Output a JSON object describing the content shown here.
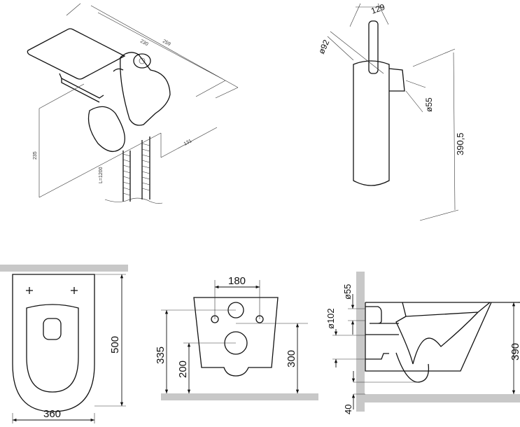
{
  "bidet_shower": {
    "dim_width_inner": "230",
    "dim_width_outer": "259",
    "dim_depth": "131",
    "dim_height": "235",
    "hose_length": "L=1200"
  },
  "brush_holder": {
    "dim_depth": "129",
    "dim_diameter": "ø92",
    "dim_mount_diameter": "ø55",
    "dim_height": "390,5"
  },
  "toilet_top_view": {
    "dim_length": "500",
    "dim_width": "360"
  },
  "toilet_rear_view": {
    "dim_hole_spacing": "180",
    "dim_height_335": "335",
    "dim_height_200": "200",
    "dim_height_300": "300"
  },
  "toilet_side_view": {
    "dim_inlet": "ø55",
    "dim_outlet": "ø102",
    "dim_height": "390",
    "dim_floor_gap": "40"
  }
}
